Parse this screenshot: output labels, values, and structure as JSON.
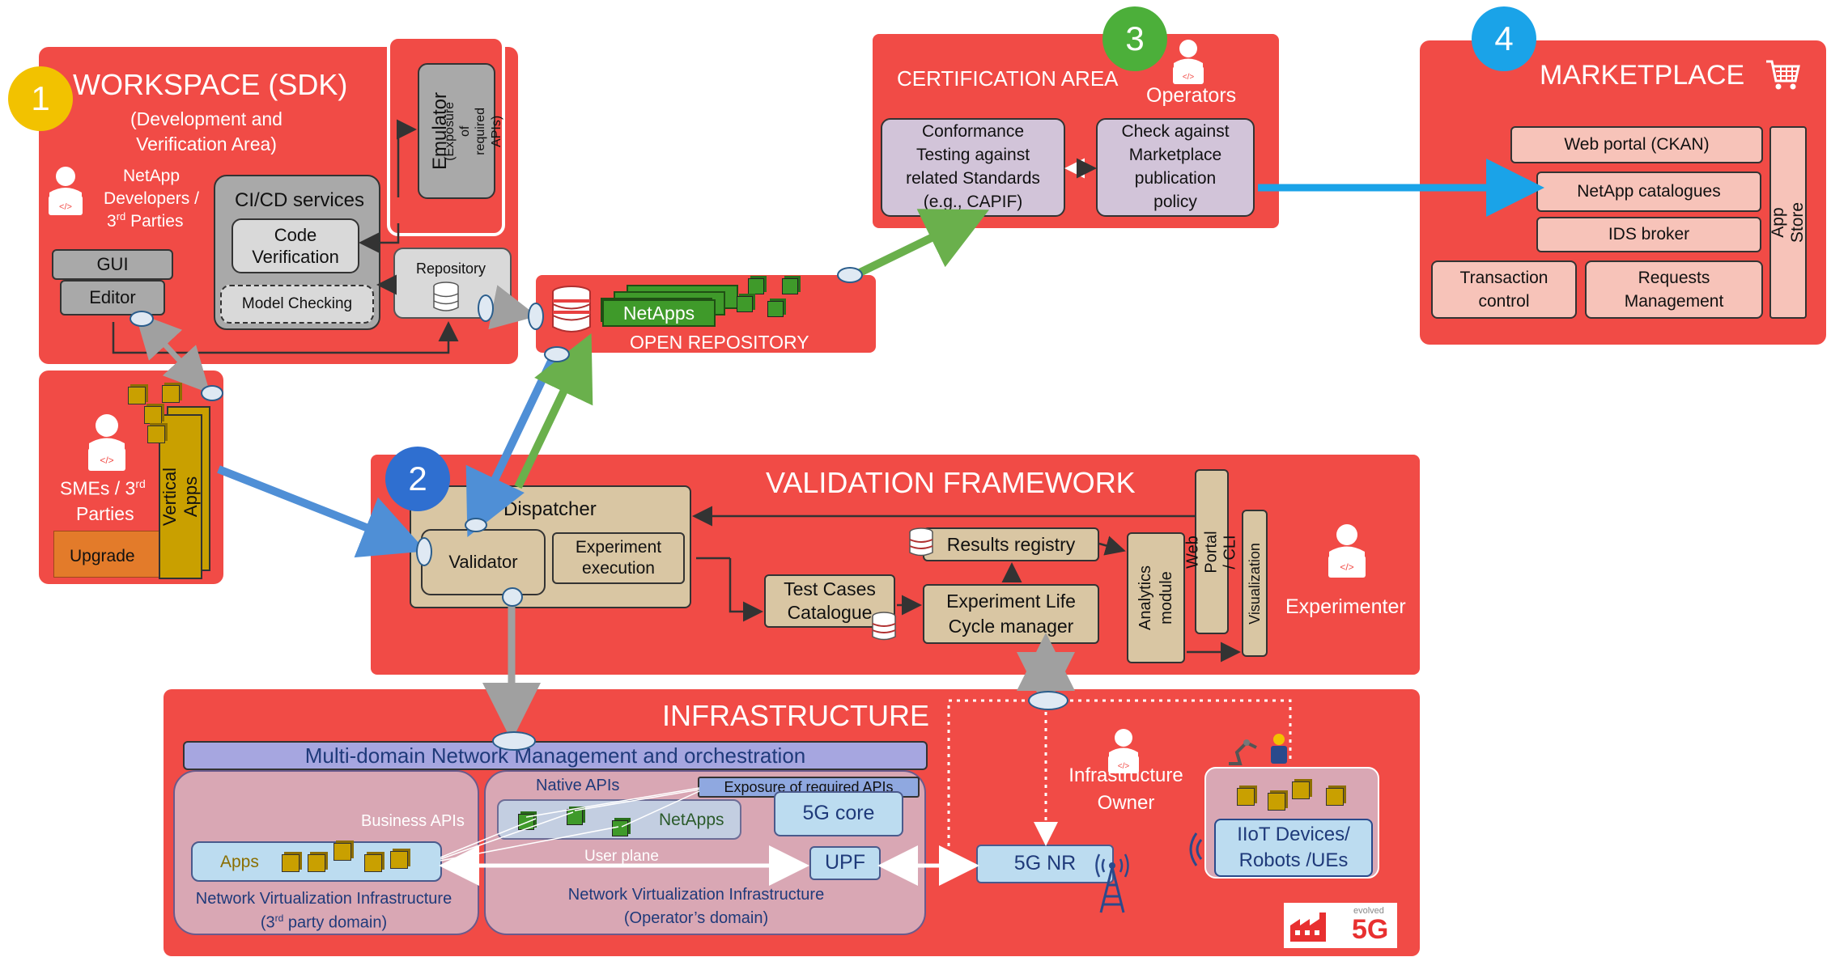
{
  "badges": {
    "n1": "1",
    "n2": "2",
    "n3": "3",
    "n4": "4"
  },
  "colors": {
    "panel": "#f14b46",
    "badge1": "#f2c200",
    "badge2": "#2f6fd0",
    "badge3": "#4caf3a",
    "badge4": "#1aa3e8",
    "netapps_green": "#3f9a2a",
    "arrow_blue": "#4f8fd6",
    "arrow_green": "#6ab04c"
  },
  "workspace": {
    "title": "WORKSPACE (SDK)",
    "subtitle": "(Development and\nVerification Area)",
    "developers": "NetApp\nDevelopers /",
    "developers_3rd": "3",
    "developers_rd": "rd",
    "developers_parties": " Parties",
    "cicd_title": "CI/CD services",
    "code_verification": "Code\nVerification",
    "model_checking": "Model Checking",
    "gui": "GUI",
    "editor": "Editor",
    "repository": "Repository",
    "emulator": "Emulator",
    "emulator_sub": "(Exposure of\nrequired APIs)"
  },
  "smes": {
    "title_a": "SMEs / 3",
    "title_rd": "rd",
    "title_b": "Parties",
    "vertical_apps": "Vertical Apps",
    "upgrade": "Upgrade"
  },
  "open_repository": {
    "title": "OPEN REPOSITORY",
    "netapps": "NetApps"
  },
  "certification": {
    "title": "CERTIFICATION AREA",
    "operators": "Operators",
    "conformance": "Conformance\nTesting against\nrelated Standards\n(e.g., CAPIF)",
    "marketplace_check": "Check against\nMarketplace\npublication\npolicy"
  },
  "marketplace": {
    "title": "MARKETPLACE",
    "web_portal": "Web portal (CKAN)",
    "catalogues": "NetApp catalogues",
    "ids_broker": "IDS broker",
    "transaction": "Transaction\ncontrol",
    "requests": "Requests\nManagement",
    "app_store": "App Store"
  },
  "validation": {
    "title": "VALIDATION FRAMEWORK",
    "dispatcher": "Dispatcher",
    "validator": "Validator",
    "experiment_exec": "Experiment\nexecution",
    "test_cases": "Test Cases\nCatalogue",
    "results_registry": "Results registry",
    "lifecycle": "Experiment Life\nCycle manager",
    "analytics": "Analytics\nmodule",
    "web_portal": "Web Portal / CLI",
    "visualization": "Visualization",
    "experimenter": "Experimenter"
  },
  "infrastructure": {
    "title": "INFRASTRUCTURE",
    "mdno": "Multi-domain Network Management and orchestration",
    "native_apis": "Native APIs",
    "exposure": "Exposure of required APIs",
    "core": "5G core",
    "netapps": "NetApps",
    "business_apis": "Business APIs",
    "apps": "Apps",
    "user_plane": "User plane",
    "upf": "UPF",
    "nr": "5G NR",
    "nvi_3rd": "Network Virtualization Infrastructure",
    "nvi_3rd_sub_a": "(3",
    "nvi_3rd_sub_rd": "rd",
    "nvi_3rd_sub_b": " party domain)",
    "nvi_op": "Network Virtualization Infrastructure\n(Operator’s domain)",
    "owner": "Infrastructure\nOwner",
    "iiot": "IIoT Devices/\nRobots /UEs",
    "logo_small": "evolved",
    "logo_big": "5G"
  }
}
